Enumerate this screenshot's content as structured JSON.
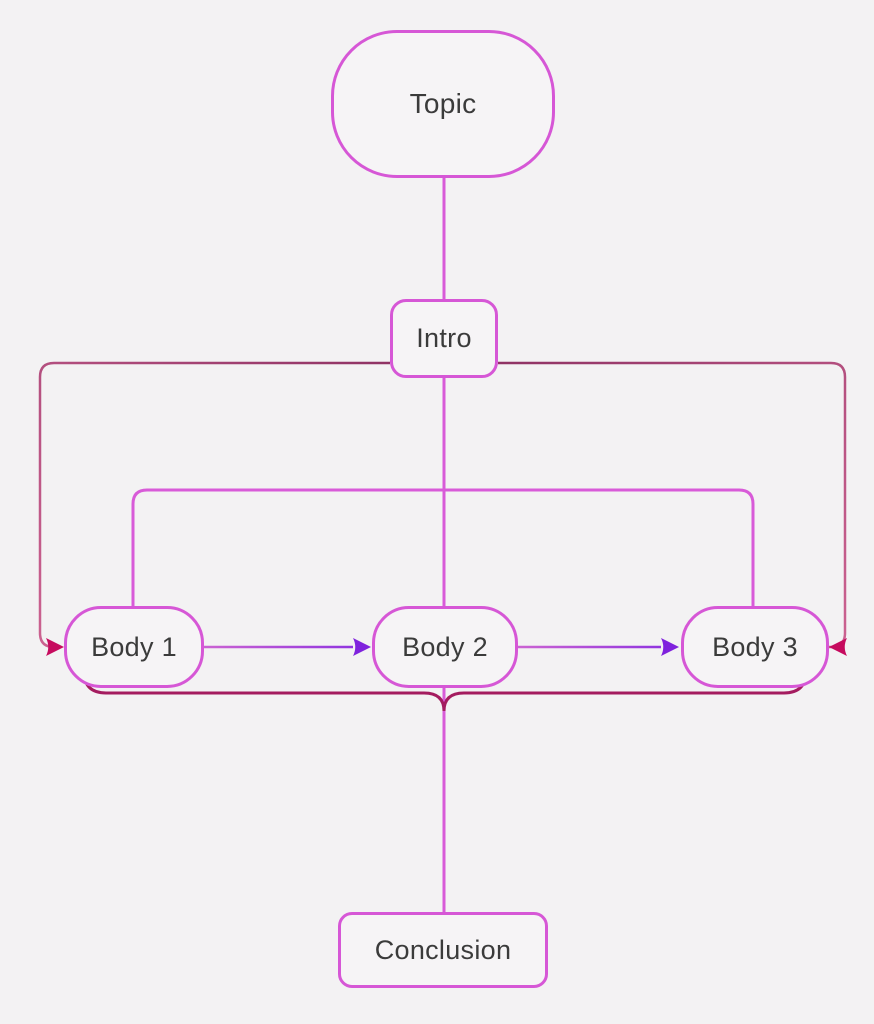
{
  "nodes": {
    "topic": {
      "label": "Topic",
      "shape": "stadium"
    },
    "intro": {
      "label": "Intro",
      "shape": "rounded-rect"
    },
    "body1": {
      "label": "Body 1",
      "shape": "stadium"
    },
    "body2": {
      "label": "Body 2",
      "shape": "stadium"
    },
    "body3": {
      "label": "Body 3",
      "shape": "stadium"
    },
    "conclusion": {
      "label": "Conclusion",
      "shape": "rounded-rect"
    }
  },
  "edges": [
    {
      "from": "topic",
      "to": "intro",
      "style": "plain-line",
      "arrow": false
    },
    {
      "from": "intro",
      "to": "body1",
      "style": "tree-branch",
      "arrow": false
    },
    {
      "from": "intro",
      "to": "body2",
      "style": "tree-branch",
      "arrow": false
    },
    {
      "from": "intro",
      "to": "body3",
      "style": "tree-branch",
      "arrow": false
    },
    {
      "from": "intro",
      "to": "body1",
      "style": "outer-loop-left",
      "arrow": true,
      "arrow_color": "#c60b5e"
    },
    {
      "from": "intro",
      "to": "body3",
      "style": "outer-loop-right",
      "arrow": true,
      "arrow_color": "#c60b5e"
    },
    {
      "from": "body1",
      "to": "body2",
      "style": "straight",
      "arrow": true,
      "arrow_color": "#7f22dd"
    },
    {
      "from": "body2",
      "to": "body3",
      "style": "straight",
      "arrow": true,
      "arrow_color": "#7f22dd"
    },
    {
      "from": "body1,body2,body3",
      "to": "conclusion",
      "style": "merge-bracket",
      "arrow": false
    }
  ],
  "colors": {
    "bg": "#f3f2f3",
    "node-fill": "#f6f4f6",
    "node-border": "#d657d6",
    "magenta": "#d85bd8",
    "text": "#3b3b3b",
    "crimson": "#c60b5e",
    "bracket": "#a41c5f",
    "violet": "#7f22dd"
  }
}
